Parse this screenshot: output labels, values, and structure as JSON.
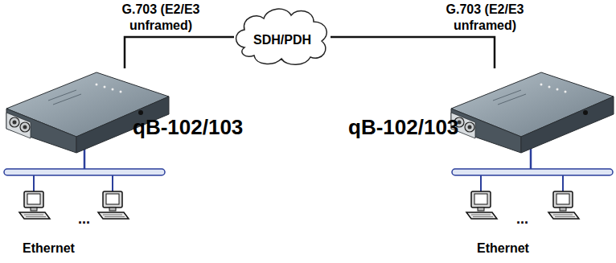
{
  "diagram": {
    "nodes": [
      {
        "text": [
          "SDH/PDH"
        ]
      },
      {
        "text": [
          "qB-102/103"
        ]
      },
      {
        "text": [
          "qB-102/103"
        ]
      }
    ],
    "edges": [
      {
        "from": 1,
        "to": 0,
        "arrow": "none",
        "label": "G.703 (E2/E3 unframed)"
      },
      {
        "from": 0,
        "to": 2,
        "arrow": "none",
        "label": "G.703 (E2/E3 unframed)"
      }
    ],
    "labels": [
      "...",
      "Ethernet",
      "...",
      "Ethernet"
    ]
  }
}
